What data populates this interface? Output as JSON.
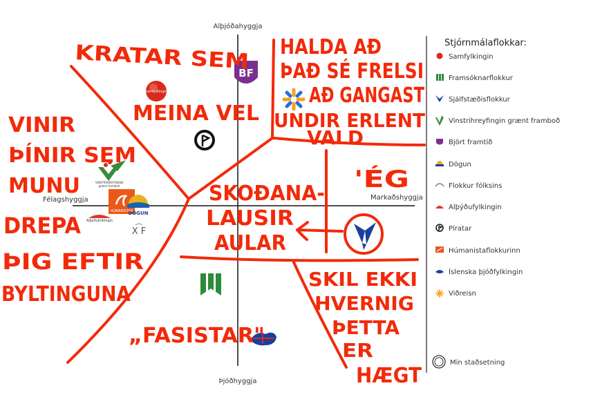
{
  "axes": {
    "top": "Alþjóðahyggja",
    "bottom": "Þjóðhyggja",
    "left": "Félagshyggja",
    "right": "Markaðshyggja"
  },
  "legend": {
    "title": "Stjórnmálaflokkar:",
    "items": [
      {
        "label": "Samfylkingin",
        "icon": "samfylkingin-dot-icon",
        "color": "#d92b1c"
      },
      {
        "label": "Framsóknarflokkur",
        "icon": "framsokn-book-icon",
        "color": "#2e8b3a"
      },
      {
        "label": "Sjálfstæðisflokkur",
        "icon": "falcon-icon",
        "color": "#1c3f9b"
      },
      {
        "label": "Vinstrihreyfingin grænt framboð",
        "icon": "vg-leaf-icon",
        "color": "#3a8a3a"
      },
      {
        "label": "Björt framtíð",
        "icon": "bf-shield-icon",
        "color": "#7b2f8f"
      },
      {
        "label": "Dögun",
        "icon": "dogun-sun-icon",
        "color": "#e8b21a"
      },
      {
        "label": "Flokkur fólksins",
        "icon": "flokkur-folksins-icon",
        "color": "#9a9a9a"
      },
      {
        "label": "Alþýðufylkingin",
        "icon": "althydufylkingin-icon",
        "color": "#d63a2a"
      },
      {
        "label": "Píratar",
        "icon": "pirate-flag-icon",
        "color": "#111111"
      },
      {
        "label": "Húmanistaflokkurinn",
        "icon": "humanist-icon",
        "color": "#e85a1a"
      },
      {
        "label": "Íslenska þjóðfylkingin",
        "icon": "iceland-flag-icon",
        "color": "#1c3f9b"
      },
      {
        "label": "Viðreisn",
        "icon": "vidreisn-star-icon",
        "color": "#f4a21a"
      }
    ],
    "location": "Mín staðsetning"
  },
  "logos": {
    "bf": "BF",
    "samfylkingin": "Samfylkingin",
    "vg_line1": "VINSTRIHREYFINGIN",
    "vg_line2": "grænt framboð",
    "humanistar": "HÚMANISTAR",
    "dogun": "DÖGUN",
    "althydufylkingin": "Alþýðufylkingin",
    "xf": "X F"
  },
  "annotations": {
    "kratar": "KRATAR SEM",
    "meina_vel": "MEINA VEL",
    "halda_line1": "HALDA AÐ",
    "halda_line2": "ÞAÐ SÉ FRELSI",
    "halda_line3": "AÐ GANGAST",
    "halda_line4": "UNDIR ERLENT",
    "halda_line5": "VALD",
    "vinir_line1": "VINIR",
    "vinir_line2": "ÞÍNIR SEM",
    "vinir_line3": "MUNU",
    "vinir_line4": "DREPA",
    "vinir_line5": "ÞIG EFTIR",
    "vinir_line6": "BYLTINGUNA",
    "skodana_line1": "SKOÐANA-",
    "skodana_line2": "LAUSIR",
    "skodana_line3": "AULAR",
    "eg": "'ÉG",
    "skil_line1": "SKIL EKKI",
    "skil_line2": "HVERNIG",
    "skil_line3": "ÞETTA",
    "skil_line4": "ER",
    "skil_line5": "HÆGT",
    "fasistar": "„FASISTAR\""
  },
  "colors": {
    "scribble": "#f22a0a",
    "axis": "#111111"
  }
}
